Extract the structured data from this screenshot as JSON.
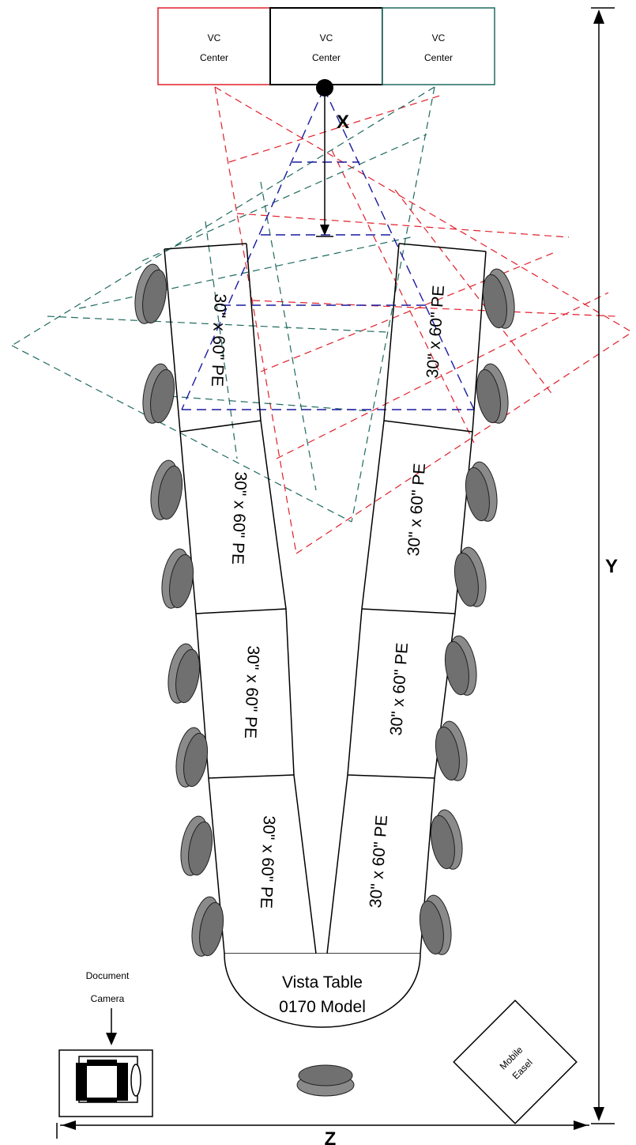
{
  "vc_units": [
    {
      "line1": "VC",
      "line2": "Center",
      "color": "#e0202a"
    },
    {
      "line1": "VC",
      "line2": "Center",
      "color": "#000000"
    },
    {
      "line1": "VC",
      "line2": "Center",
      "color": "#1f6a60"
    }
  ],
  "tables": {
    "left": [
      "30\" x 60\" PE",
      "30\" x 60\" PE",
      "30\" x 60\" PE",
      "30\" x 60\" PE"
    ],
    "right": [
      "30\" x 60\" PE",
      "30\" x 60\" PE",
      "30\" x 60\" PE",
      "30\" x 60\" PE"
    ]
  },
  "vista": {
    "line1": "Vista Table",
    "line2": "0170 Model"
  },
  "document_camera": {
    "line1": "Document",
    "line2": "Camera"
  },
  "easel": {
    "line1": "Mobile",
    "line2": "Easel"
  },
  "dimensions": {
    "x": "X",
    "y": "Y",
    "z": "Z"
  },
  "colors": {
    "red_view": "#e0202a",
    "green_view": "#1f6a60",
    "blue_view": "#1a1aa0",
    "chair": "#707070"
  }
}
